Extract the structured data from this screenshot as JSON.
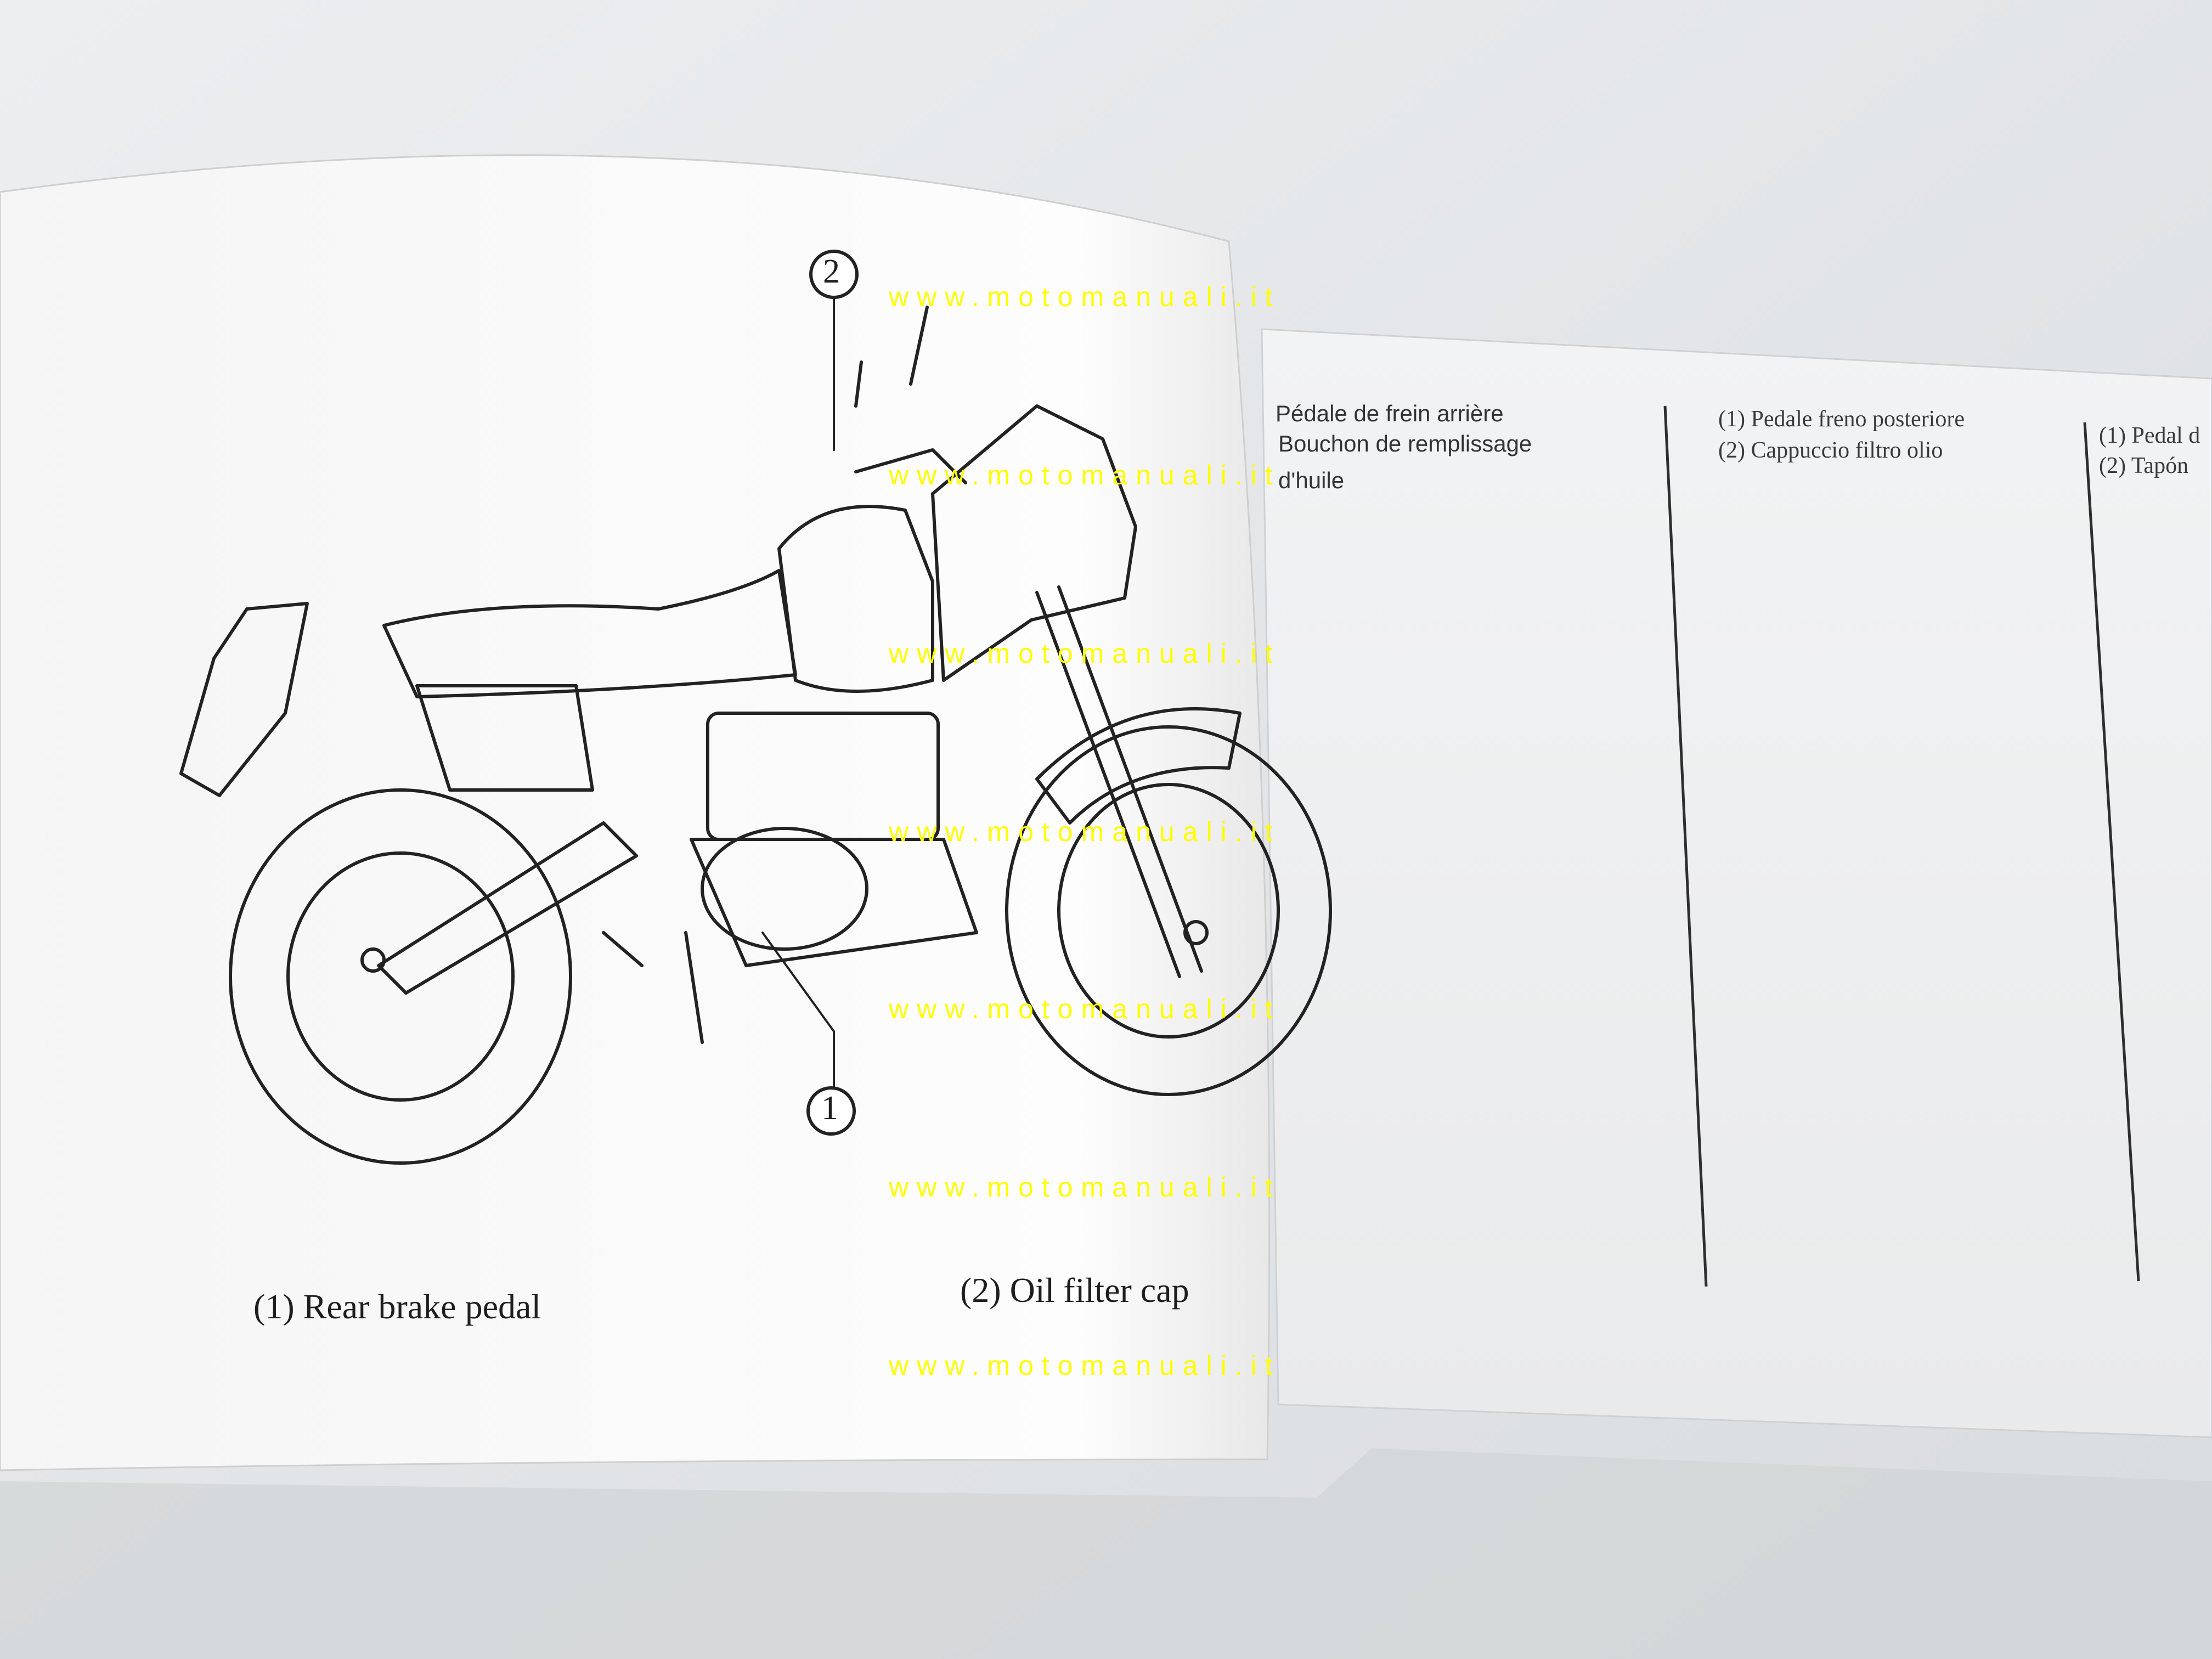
{
  "photo": {
    "subject": "open motorcycle owner's manual page showing a line drawing of a dual-sport motorcycle"
  },
  "callouts": {
    "one": "1",
    "two": "2"
  },
  "captions": {
    "en_1": "(1) Rear brake pedal",
    "en_2": "(2) Oil filter cap"
  },
  "french": {
    "line1": "Pédale de frein arrière",
    "line2": "Bouchon de remplissage",
    "line3": "d'huile"
  },
  "italian": {
    "line1": "(1) Pedale freno posteriore",
    "line2": "(2) Cappuccio filtro olio"
  },
  "spanish": {
    "line1": "(1) Pedal d",
    "line2": "(2) Tapón"
  },
  "watermark": {
    "text": "www.motomanuali.it",
    "color": "#ffff00"
  },
  "colors": {
    "paper": "#fbfbfb",
    "table": "#e4e6e8",
    "ink": "#2a2a2a"
  }
}
